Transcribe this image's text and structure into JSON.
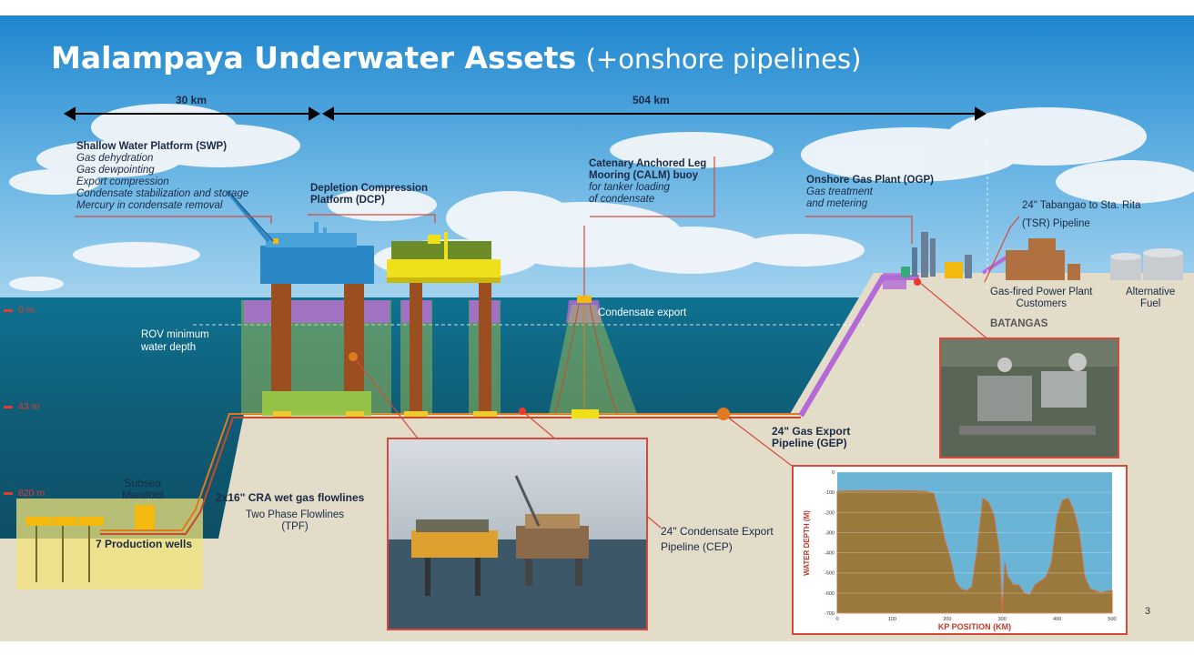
{
  "title": {
    "main": "Malampaya Underwater Assets",
    "sub": "(+onshore pipelines)"
  },
  "distances": {
    "d1": "30 km",
    "d2": "504 km"
  },
  "swp": {
    "heading": "Shallow Water Platform (SWP)",
    "lines": [
      "Gas dehydration",
      "Gas dewpointing",
      "Export compression",
      "Condensate stabilization and storage",
      "Mercury in condensate removal"
    ]
  },
  "dcp": {
    "line1": "Depletion Compression",
    "line2": "Platform (DCP)"
  },
  "calm": {
    "line1": "Catenary Anchored Leg",
    "line2": "Mooring (CALM) buoy",
    "line3": "for tanker loading",
    "line4": "of condensate"
  },
  "ogp": {
    "heading": "Onshore Gas Plant (OGP)",
    "line1": "Gas treatment",
    "line2": "and metering"
  },
  "tsr": {
    "line1": "24\" Tabangao to Sta. Rita",
    "line2": "(TSR) Pipeline"
  },
  "onshore": {
    "power_line1": "Gas-fired Power Plant",
    "power_line2": "Customers",
    "alt_line1": "Alternative",
    "alt_line2": "Fuel",
    "batangas": "BATANGAS"
  },
  "depths": {
    "d0": "0 m",
    "d43": "43 m",
    "d820": "820 m"
  },
  "labels": {
    "rov_line1": "ROV minimum",
    "rov_line2": "water depth",
    "condensate_export": "Condensate export",
    "subsea_line1": "Subsea",
    "subsea_line2": "Manifold",
    "production_wells": "7 Production wells",
    "flowlines": "2x16\" CRA wet gas flowlines",
    "tpf_line1": "Two Phase Flowlines",
    "tpf_line2": "(TPF)",
    "gep_line1": "24\" Gas Export",
    "gep_line2": "Pipeline (GEP)",
    "cep_line1": "24\" Condensate Export",
    "cep_line2": "Pipeline (CEP)"
  },
  "page_number": "3",
  "colors": {
    "sky": "#2a8fd4",
    "sea": "#0e6b8a",
    "seabed": "#e2dcc9",
    "accent": "#d64a3b",
    "purple": "#b46ad6",
    "green": "#8fcf3a",
    "pipeline": "#e07a1f"
  },
  "chart_data": {
    "type": "area",
    "xlabel": "KP POSITION (KM)",
    "ylabel": "WATER DEPTH (M)",
    "x_ticks": [
      "0",
      "100",
      "200",
      "300",
      "400",
      "500"
    ],
    "y_ticks": [
      "0",
      "-100",
      "-200",
      "-300",
      "-400",
      "-500",
      "-600",
      "-700"
    ],
    "xlim": [
      0,
      500
    ],
    "ylim": [
      -700,
      0
    ],
    "series": [
      {
        "x": [
          0,
          20,
          40,
          60,
          80,
          100,
          120,
          140,
          160,
          175,
          185,
          195,
          205,
          215,
          225,
          235,
          245,
          255,
          265,
          275,
          285,
          295,
          300,
          305,
          310,
          320,
          330,
          340,
          350,
          360,
          370,
          380,
          390,
          400,
          410,
          420,
          430,
          440,
          450,
          460,
          470,
          480,
          490,
          500
        ],
        "y": [
          -95,
          -93,
          -92,
          -92,
          -93,
          -92,
          -92,
          -93,
          -95,
          -105,
          -200,
          -330,
          -420,
          -545,
          -580,
          -590,
          -570,
          -380,
          -130,
          -150,
          -215,
          -400,
          -700,
          -450,
          -520,
          -560,
          -560,
          -600,
          -610,
          -560,
          -540,
          -520,
          -450,
          -220,
          -140,
          -130,
          -190,
          -300,
          -520,
          -580,
          -590,
          -600,
          -590,
          -590
        ]
      }
    ]
  }
}
